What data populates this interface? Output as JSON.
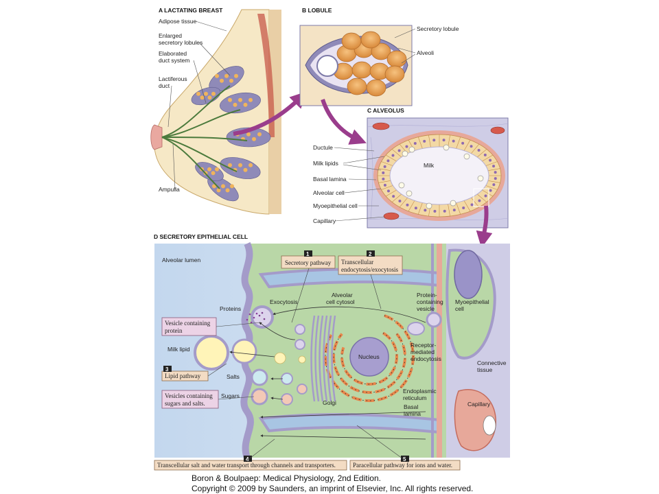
{
  "panels": {
    "a_title": "A LACTATING BREAST",
    "b_title": "B LOBULE",
    "c_title": "C ALVEOLUS",
    "d_title": "D SECRETORY EPITHELIAL CELL"
  },
  "breast_labels": {
    "adipose": "Adipose tissue",
    "enlarged_1": "Enlarged",
    "enlarged_2": "secretory lobules",
    "elaborated_1": "Elaborated",
    "elaborated_2": "duct system",
    "lactiferous_1": "Lactiferous",
    "lactiferous_2": "duct",
    "ampulla": "Ampulla"
  },
  "lobule_labels": {
    "secretory_lobule": "Secretory lobule",
    "alveoli": "Alveoli"
  },
  "alveolus_labels": {
    "ductule": "Ductule",
    "milk_lipids": "Milk lipids",
    "basal_lamina": "Basal lamina",
    "alveolar_cell": "Alveolar cell",
    "myoepithelial_cell": "Myoepithelial cell",
    "capillary": "Capillary",
    "milk": "Milk"
  },
  "cell_labels": {
    "alveolar_lumen": "Alveolar lumen",
    "exocytosis": "Exocytosis",
    "proteins": "Proteins",
    "alveolar_cytosol_1": "Alveolar",
    "alveolar_cytosol_2": "cell cytosol",
    "protein_vesicle_1": "Protein-",
    "protein_vesicle_2": "containing",
    "protein_vesicle_3": "vesicle",
    "myoepithelial_1": "Myoepithelial",
    "myoepithelial_2": "cell",
    "milk_lipid": "Milk lipid",
    "nucleus": "Nucleus",
    "receptor_1": "Receptor-",
    "receptor_2": "mediated",
    "receptor_3": "endocytosis",
    "connective_1": "Connective",
    "connective_2": "tissue",
    "salts": "Salts",
    "sugars": "Sugars",
    "golgi": "Golgi",
    "er_1": "Endoplasmic",
    "er_2": "reticulum",
    "basal_1": "Basal",
    "basal_2": "lamina",
    "capillary": "Capillary"
  },
  "callouts": {
    "n1": "1",
    "secretory_pathway": "Secretory pathway",
    "n2": "2",
    "transcellular_1": "Transcellular",
    "transcellular_2": "endocytosis/exocytosis",
    "vesicle_protein_1": "Vesicle containing",
    "vesicle_protein_2": "protein",
    "n3": "3",
    "lipid_pathway": "Lipid pathway",
    "vesicle_sugars_1": "Vesicles containing",
    "vesicle_sugars_2": "sugars and salts.",
    "n4": "4",
    "salt_water": "Transcellular salt and water transport through channels and transporters.",
    "n5": "5",
    "paracellular": "Paracellular pathway for ions and water."
  },
  "credit": {
    "line1": "Boron & Boulpaep: Medical Physiology, 2nd Edition.",
    "line2": "Copyright © 2009 by Saunders, an imprint of Elsevier, Inc. All rights reserved."
  },
  "colors": {
    "lumen_blue": "#c9dcef",
    "cytosol_green": "#b9d7a7",
    "membrane_purple": "#a49bc9",
    "callout_tan": "#f3dcc4",
    "callout_pink": "#ecd3e6",
    "arrow_purple": "#9a3d8c",
    "lobule_orange": "#e8a85a"
  }
}
